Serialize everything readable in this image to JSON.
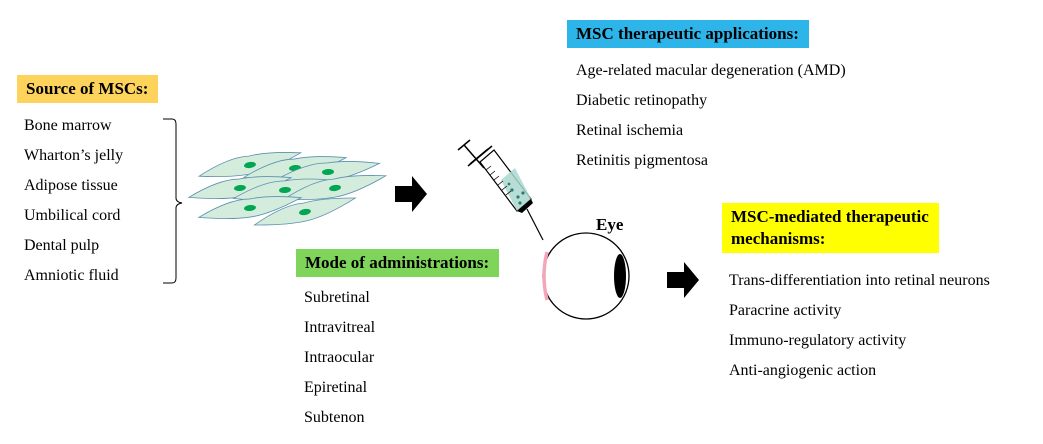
{
  "colors": {
    "source_header_bg": "#fdd35c",
    "applications_header_bg": "#2db4e8",
    "mode_header_bg": "#7fd45a",
    "mechanisms_header_bg": "#ffff00",
    "cell_fill": "#d3ecdc",
    "cell_nucleus": "#00a651",
    "retina_color": "#f4a6b8"
  },
  "source": {
    "title": "Source of MSCs:",
    "items": [
      "Bone marrow",
      "Wharton’s jelly",
      "Adipose tissue",
      "Umbilical cord",
      "Dental pulp",
      "Amniotic fluid"
    ]
  },
  "applications": {
    "title": "MSC therapeutic applications:",
    "items": [
      "Age-related macular degeneration (AMD)",
      "Diabetic retinopathy",
      "Retinal ischemia",
      "Retinitis pigmentosa"
    ]
  },
  "mode": {
    "title": "Mode of administrations:",
    "items": [
      "Subretinal",
      "Intravitreal",
      "Intraocular",
      "Epiretinal",
      "Subtenon"
    ]
  },
  "mechanisms": {
    "title_line1": "MSC-mediated therapeutic",
    "title_line2": "mechanisms:",
    "items": [
      "Trans-differentiation into retinal neurons",
      "Paracrine activity",
      "Immuno-regulatory activity",
      "Anti-angiogenic action"
    ]
  },
  "eye": {
    "label": "Eye"
  },
  "icons": [
    "cells-illustration",
    "arrow-right-icon",
    "syringe-icon",
    "eye-icon"
  ]
}
